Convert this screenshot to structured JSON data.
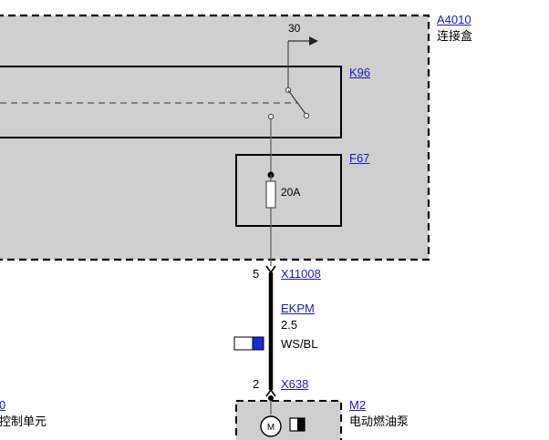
{
  "module": {
    "id": "A4010",
    "name": "连接盒"
  },
  "relay": {
    "id": "K96",
    "terminal": "30"
  },
  "fuse": {
    "id": "F67",
    "rating": "20A"
  },
  "connector_top": {
    "id": "X11008",
    "pin": "5"
  },
  "wire": {
    "code": "EKPM",
    "gauge": "2.5",
    "color": "WS/BL",
    "swatch_colors": [
      "#ffffff",
      "#1a2bd8"
    ]
  },
  "connector_bottom": {
    "id": "X638",
    "pin": "2"
  },
  "pump": {
    "id": "M2",
    "name": "电动燃油泵",
    "symbol": "M"
  },
  "left_module": {
    "id_fragment": "0",
    "name_fragment": "控制单元"
  }
}
